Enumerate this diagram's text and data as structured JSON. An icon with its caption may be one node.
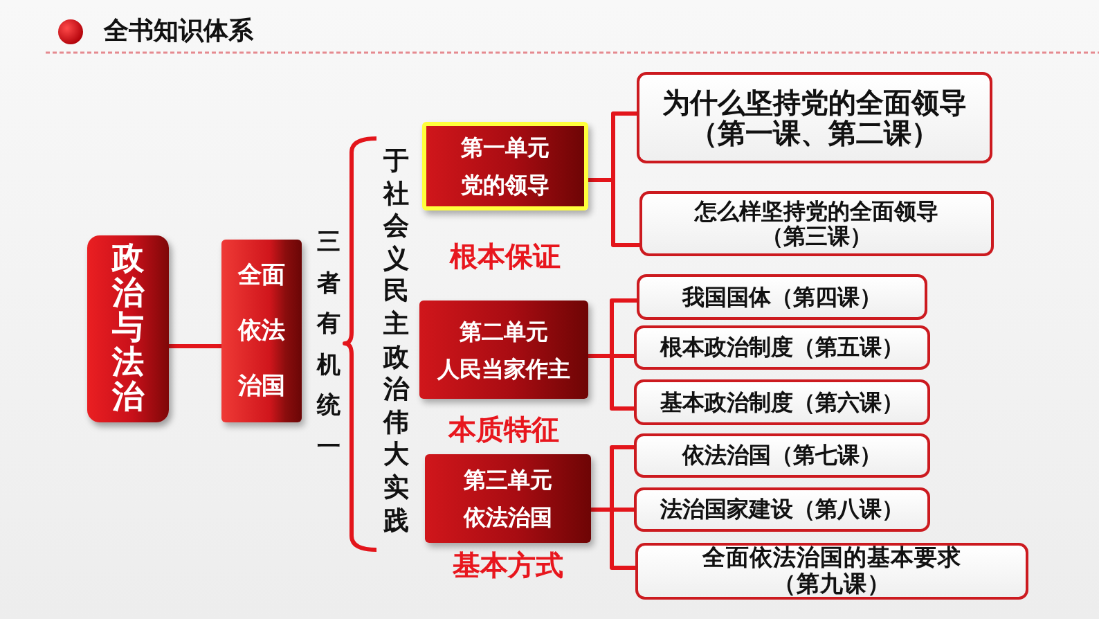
{
  "diagram": {
    "title": "全书知识体系",
    "nodes": [
      {
        "text": [
          "政治与法治"
        ]
      },
      {
        "text": [
          "全面依法治国"
        ]
      },
      {
        "text": [
          "第一单元",
          "党的领导"
        ],
        "beside": [
          "根本保证"
        ]
      },
      {
        "text": [
          "为什么坚持党的全面领导（第一课、第二课）"
        ]
      },
      {
        "text": [
          "怎么样坚持党的全面领导（第三课）"
        ]
      },
      {
        "text": [
          "第二单元",
          "人民当家作主"
        ],
        "beside": [
          "本质特征"
        ]
      },
      {
        "text": [
          "我国国体（第四课）"
        ]
      },
      {
        "text": [
          "根本政治制度（第五课）"
        ]
      },
      {
        "text": [
          "基本政治制度（第六课）"
        ]
      },
      {
        "text": [
          "第三单元",
          "依法治国"
        ],
        "beside": [
          "基本方式"
        ]
      },
      {
        "text": [
          "依法治国（第七课）"
        ]
      },
      {
        "text": [
          "法治国家建设（第八课）"
        ]
      },
      {
        "text": [
          "全面依法治国的基本要求（第九课）"
        ]
      }
    ],
    "edges": [
      {
        "from": 0,
        "to": 1,
        "arrow": "none"
      },
      {
        "from": 2,
        "to": 3,
        "arrow": "none"
      },
      {
        "from": 2,
        "to": 4,
        "arrow": "none"
      },
      {
        "from": 5,
        "to": 6,
        "arrow": "none"
      },
      {
        "from": 5,
        "to": 7,
        "arrow": "none"
      },
      {
        "from": 5,
        "to": 8,
        "arrow": "none"
      },
      {
        "from": 9,
        "to": 10,
        "arrow": "none"
      },
      {
        "from": 9,
        "to": 11,
        "arrow": "none"
      },
      {
        "from": 9,
        "to": 12,
        "arrow": "none"
      }
    ],
    "labels": [
      "三者有机统一",
      "于社会义民主政治伟大实践"
    ]
  }
}
